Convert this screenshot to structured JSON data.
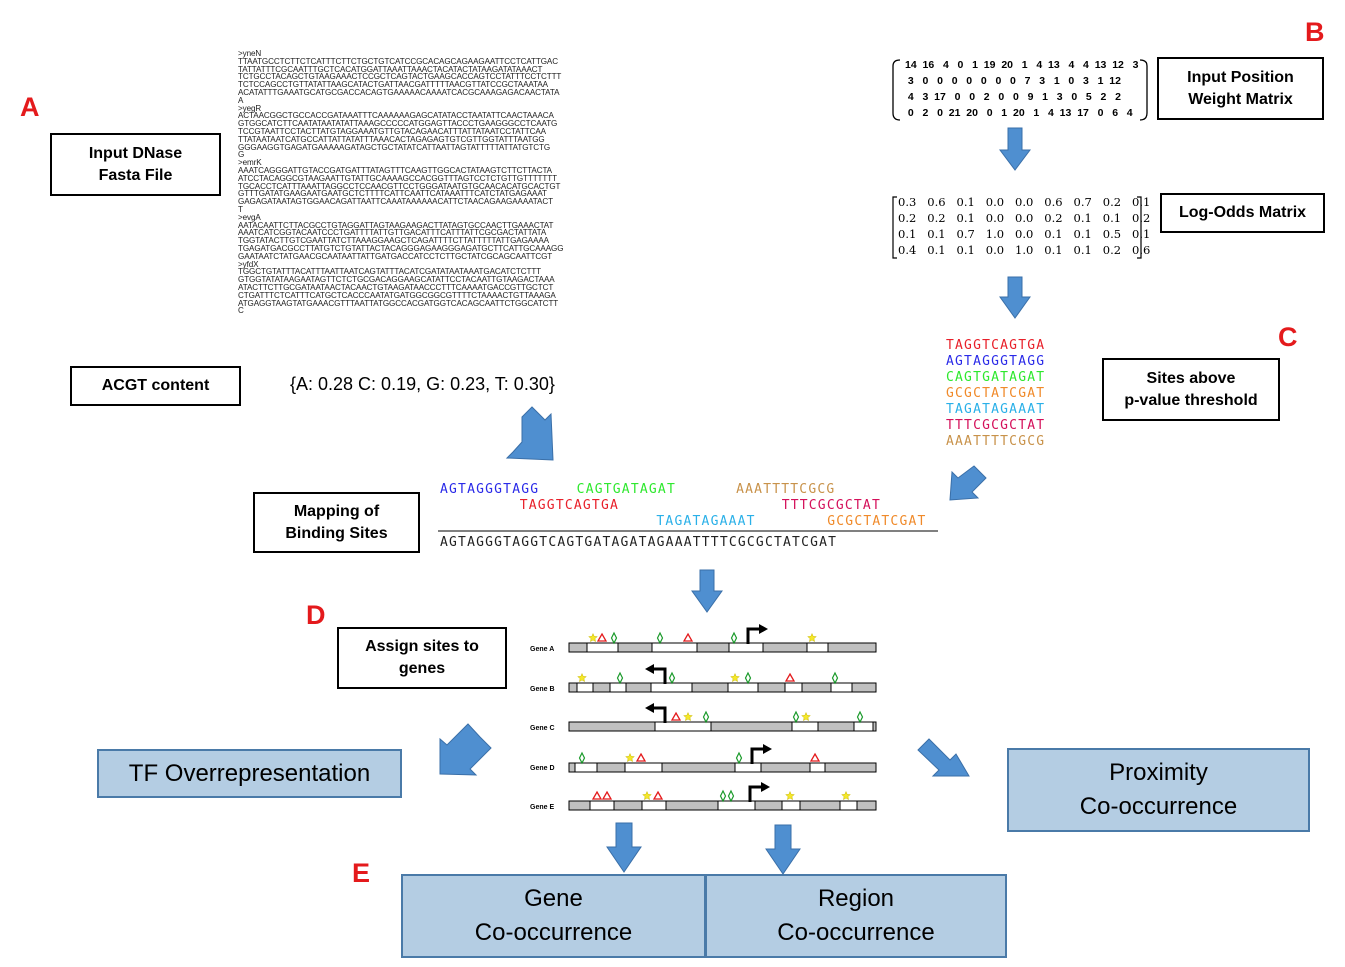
{
  "panel_letters": {
    "a": "A",
    "b": "B",
    "c": "C",
    "d": "D",
    "e": "E"
  },
  "labels": {
    "input_dnase": [
      "Input DNase",
      "Fasta File"
    ],
    "acgt_content": "ACGT content",
    "input_pwm": [
      "Input Position",
      "Weight Matrix"
    ],
    "log_odds": "Log-Odds Matrix",
    "sites_above": [
      "Sites above",
      "p-value threshold"
    ],
    "mapping": [
      "Mapping of",
      "Binding Sites"
    ],
    "assign": [
      "Assign sites to",
      "genes"
    ]
  },
  "acgt_values": "{A: 0.28 C: 0.19, G: 0.23, T: 0.30}",
  "fasta_lines": [
    ">yneN",
    "TTAATGCCTCTTCTCATTTCTTCTGCTGTCATCCGCACAGCAGAAGAATTCCTCATTGAC",
    "TATTATTTCGCAATTTGCTCACATGGATTAAATTAAACTACATACTATAAGATATAAACT",
    "TCTGCCTACAGCTGTAAGAAACTCCGCTCAGTACTGAAGCACCAGTCCTATTTCCTCTTT",
    "TCTCCAGCCTGTTATATTAAGCATACTGATTAACGATTTTTAACGTTATCCGCTAAATAA",
    "ACATATTTGAAATGCATGCGACCACAGTGAAAAACAAAATCACGCAAAGAGACAACTATA",
    "A",
    ">yegR",
    "ACTAACGGCTGCCACCGATAAATTTCAAAAAAGAGCATATACCTAATATTCAACTAAACA",
    "GTGGCATCTTCAATATAATATATTAAAGCCCCCATGGAGTTACCCTGAAGGGCCTCAATG",
    "TCCGTAATTCCTACTTATGTAGGAAATGTTGTACAGAACATTTATTATAATCCTATTCAA",
    "TTATAATAATCATGCCATTATTATATTTAAACACTAGAGAGTGTCGTTGGTATTTAATGG",
    "GGGAAGGTGAGATGAAAAAGATAGCTGCTATATCATTAATTAGTATTTTTATTATGTCTG",
    "G",
    ">emrK",
    "AAATCAGGGATTGTACCGATGATTTATAGTTTCAAGTTGGCACTATAAGTCTTCTTACTA",
    "ATCCTACAGGCGTAAGAATTGTATTGCAAAAGCCACGGTTTAGTCCTCTGTTGTTTTTTT",
    "TGCACCTCATTTAAATTAGGCCTCCAACGTTCCTGGGATAATGTGCAACACATGCACTGT",
    "GTTTGATATGAAGAATGAATGCTCTTTTCATTCAATTCATAAATTTCATCTATGAGAAAT",
    "GAGAGATAATAGTGGAACAGATTAATTCAAATAAAAAACATTCTAACAGAAGAAAATACT",
    "T",
    ">evgA",
    "AATACAATTCTTACGCCTGTAGGATTAGTAAGAAGACTTATAGTGCCAACTTGAAACTAT",
    "AAATCATCGGTACAATCCCTGATTTTATTGTTGACATTTCATTTATTCGCGACTATTATA",
    "TGGTATACTTGTCGAATTATCTTAAAGGAAGCTCAGATTTTCTTATTTTTATTGAGAAAA",
    "TGAGATGACGCCTTATGTCTGTATTACTACAGGGAGAAGGGAGATGCTTCATTGCAAAGG",
    "GAATAATCTATGAACGCAATAATTATTGATGACCATCCTCTTGCTATCGCAGCAATTCGT",
    ">yfdX",
    "TGGCTGTATTTACATTTAATTAATCAGTATTTACATCGATATAATAAATGACATCTCTTT",
    "GTGGTATATAAGAATAGTTCTCTGCGACAGGAAGCATATTCCTACAATTGTAAGACTAAA",
    "ATACTTCTTGCGATAATAACTACAACTGTAAGATAACCCTTTCAAAATGACCGTTGCTCT",
    "CTGATTTCTCATTTCATGCTCACCCAATATGATGGCGGCGTTTTCTAAAACTGTTAAAGA",
    "ATGAGGTAAGTATGAAACGTTTAATTATGGCCACGATGGTCACAGCAATTCTGGCATCTT",
    "C"
  ],
  "pwm_rows": [
    "14  16   4   0   1  19  20   1   4  13   4   4  13  12   3",
    " 3   0   0   0   0   0   0   0   7   3   1   0   3   1  12",
    " 4   3  17   0   0   2   0   0   9   1   3   0   5   2   2",
    " 0   2   0  21  20   0   1  20   1   4  13  17   0   6   4"
  ],
  "lod_rows": [
    "0.3   0.6   0.1   0.0   0.0   0.6   0.7   0.2   0.1",
    "0.2   0.2   0.1   0.0   0.0   0.2   0.1   0.1   0.2",
    "0.1   0.1   0.7   1.0   0.0   0.1   0.1   0.5   0.1",
    "0.4   0.1   0.1   0.0   1.0   0.1   0.1   0.2   0.6"
  ],
  "sites": [
    {
      "seq": "TAGGTCAGTGA",
      "color": "#e8202a"
    },
    {
      "seq": "AGTAGGGTAGG",
      "color": "#2a2ae8"
    },
    {
      "seq": "CAGTGATAGAT",
      "color": "#2ee82e"
    },
    {
      "seq": "GCGCTATCGAT",
      "color": "#f08a2a"
    },
    {
      "seq": "TAGATAGAAAT",
      "color": "#2ab0e8"
    },
    {
      "seq": "TTTCGCGCTAT",
      "color": "#d4105a"
    },
    {
      "seq": "AAATTTTCGCG",
      "color": "#c8924a"
    }
  ],
  "mapping_rows": [
    [
      {
        "seq": "AGTAGGGTAGG",
        "color": "#2a2ae8",
        "col": 0
      },
      {
        "seq": "CAGTGATAGAT",
        "color": "#2ee82e",
        "col": 12
      },
      {
        "seq": "AAATTTTCGCG",
        "color": "#c8924a",
        "col": 26
      }
    ],
    [
      {
        "seq": "TAGGTCAGTGA",
        "color": "#e8202a",
        "col": 7
      },
      {
        "seq": "TTTCGCGCTAT",
        "color": "#d4105a",
        "col": 30
      }
    ],
    [
      {
        "seq": "TAGATAGAAAT",
        "color": "#2ab0e8",
        "col": 19
      },
      {
        "seq": "GCGCTATCGAT",
        "color": "#f08a2a",
        "col": 34
      }
    ]
  ],
  "full_sequence": "AGTAGGGTAGGTCAGTGATAGATAGAAATTTTCGCGCTATCGAT",
  "gene_labels": [
    "Gene A",
    "Gene B",
    "Gene C",
    "Gene D",
    "Gene E"
  ],
  "outputs": {
    "tf_over": "TF Overrepresentation",
    "proximity": [
      "Proximity",
      "Co-occurrence"
    ],
    "gene_co": [
      "Gene",
      "Co-occurrence"
    ],
    "region_co": [
      "Region",
      "Co-occurrence"
    ]
  },
  "colors": {
    "panel_letter": "#e41a1c",
    "arrow": "#4f8fd0",
    "blue_box": "#b4cde3",
    "blue_border": "#4a7aa8",
    "gene_bar": "#c0c0c0"
  }
}
